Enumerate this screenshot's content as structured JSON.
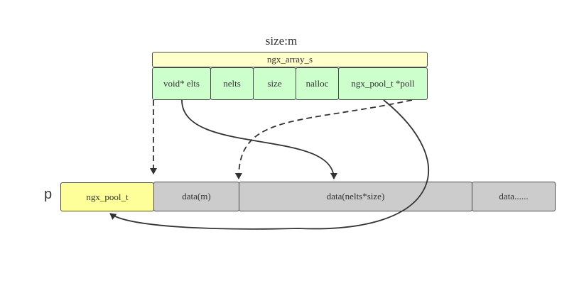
{
  "diagram": {
    "size_label": "size:m",
    "struct_name": "ngx_array_s",
    "fields": [
      "void* elts",
      "nelts",
      "size",
      "nalloc",
      "ngx_pool_t *poll"
    ],
    "pointer_label": "p",
    "memory_blocks": [
      "ngx_pool_t",
      "data(m)",
      "data(nelts*size)",
      "data......"
    ]
  },
  "colors": {
    "struct_header": "#ffffcc",
    "field_fill": "#ccffcc",
    "pool_fill": "#ffff99",
    "data_fill": "#cccccc",
    "stroke": "#333333"
  }
}
